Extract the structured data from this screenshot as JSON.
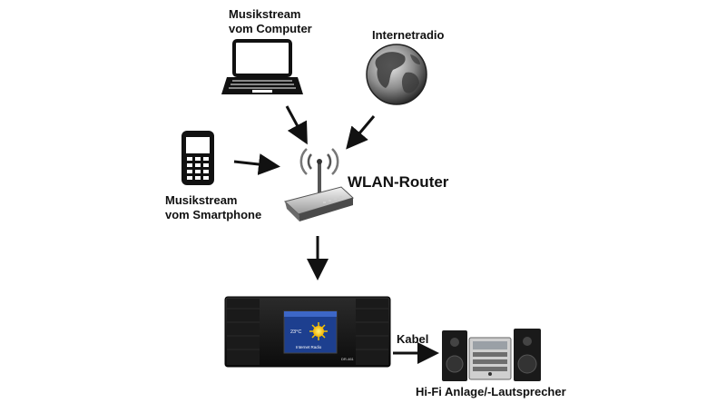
{
  "labels": {
    "computer_line1": "Musikstream",
    "computer_line2": "vom Computer",
    "internetradio": "Internetradio",
    "smartphone_line1": "Musikstream",
    "smartphone_line2": "vom Smartphone",
    "router": "WLAN-Router",
    "cable": "Kabel",
    "hifi": "Hi-Fi Anlage/-Lautsprecher"
  },
  "device_screen": {
    "temperature": "23°C",
    "title": "Internet Radio",
    "model": "DR-461"
  },
  "icons": [
    "laptop-icon",
    "globe-icon",
    "smartphone-icon",
    "wifi-router-icon",
    "radio-device-icon",
    "hifi-system-icon"
  ],
  "colors": {
    "text": "#111111",
    "arrow": "#111111",
    "screen_blue": "#1d3f8f",
    "sun_yellow": "#f5c400"
  }
}
